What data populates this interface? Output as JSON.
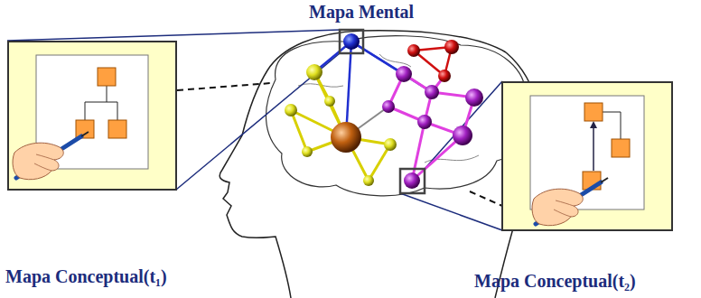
{
  "diagram": {
    "title": "Mapa Mental",
    "nodes": [
      {
        "text": [
          "Mapa Conceptual(t₁)"
        ]
      },
      {
        "text": [
          "Mapa Conceptual(t₂)"
        ]
      }
    ]
  }
}
